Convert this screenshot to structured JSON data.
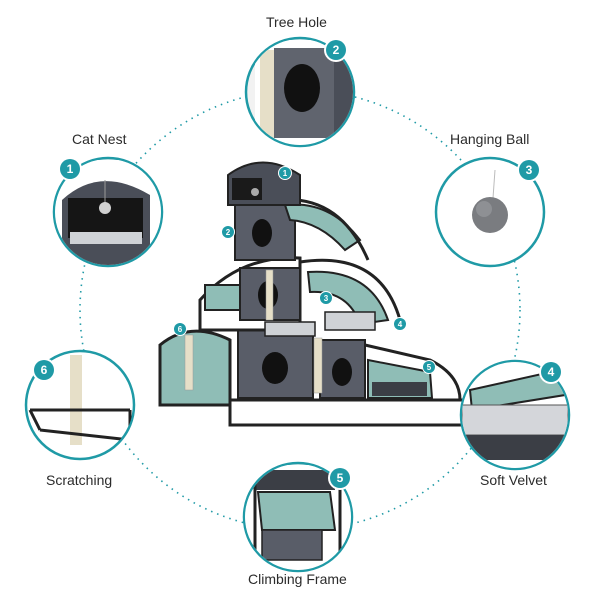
{
  "accent_color": "#1f9aa6",
  "features": [
    {
      "number": "1",
      "label": "Cat Nest"
    },
    {
      "number": "2",
      "label": "Tree Hole"
    },
    {
      "number": "3",
      "label": "Hanging Ball"
    },
    {
      "number": "4",
      "label": "Soft Velvet"
    },
    {
      "number": "5",
      "label": "Climbing Frame"
    },
    {
      "number": "6",
      "label": "Scratching"
    }
  ],
  "product_markers": [
    "1",
    "2",
    "3",
    "4",
    "5",
    "6"
  ]
}
